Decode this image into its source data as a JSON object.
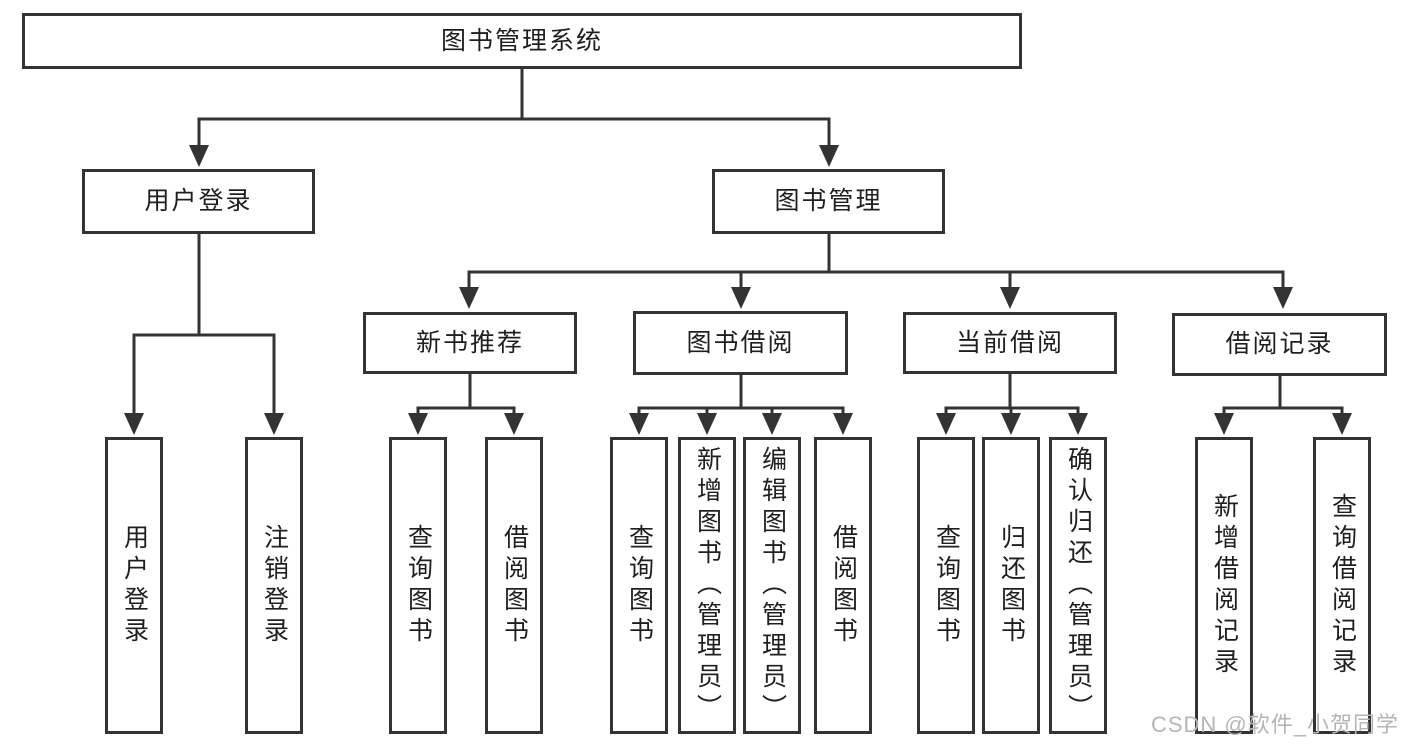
{
  "diagram_title": "图书管理系统",
  "nodes": {
    "root": {
      "label": "图书管理系统"
    },
    "user_login": {
      "label": "用户登录"
    },
    "book_mgmt": {
      "label": "图书管理"
    },
    "new_book_rec": {
      "label": "新书推荐"
    },
    "book_borrow": {
      "label": "图书借阅"
    },
    "current_borrow": {
      "label": "当前借阅"
    },
    "borrow_records": {
      "label": "借阅记录"
    },
    "leaf_user_login": {
      "label": "用户登录"
    },
    "leaf_logout": {
      "label": "注销登录"
    },
    "leaf_rec_query": {
      "label": "查询图书"
    },
    "leaf_rec_borrow": {
      "label": "借阅图书"
    },
    "leaf_bb_query": {
      "label": "查询图书"
    },
    "leaf_bb_add": {
      "label": "新增图书（管理员）"
    },
    "leaf_bb_edit": {
      "label": "编辑图书（管理员）"
    },
    "leaf_bb_borrow": {
      "label": "借阅图书"
    },
    "leaf_cb_query": {
      "label": "查询图书"
    },
    "leaf_cb_return": {
      "label": "归还图书"
    },
    "leaf_cb_confirm": {
      "label": "确认归还（管理员）"
    },
    "leaf_br_add": {
      "label": "新增借阅记录"
    },
    "leaf_br_query": {
      "label": "查询借阅记录"
    }
  },
  "watermark": {
    "text": "CSDN @软件_小贺同学"
  },
  "colors": {
    "line": "#333333",
    "text": "#1f1f1f",
    "watermark": "#b5b5b5",
    "background": "#ffffff"
  }
}
